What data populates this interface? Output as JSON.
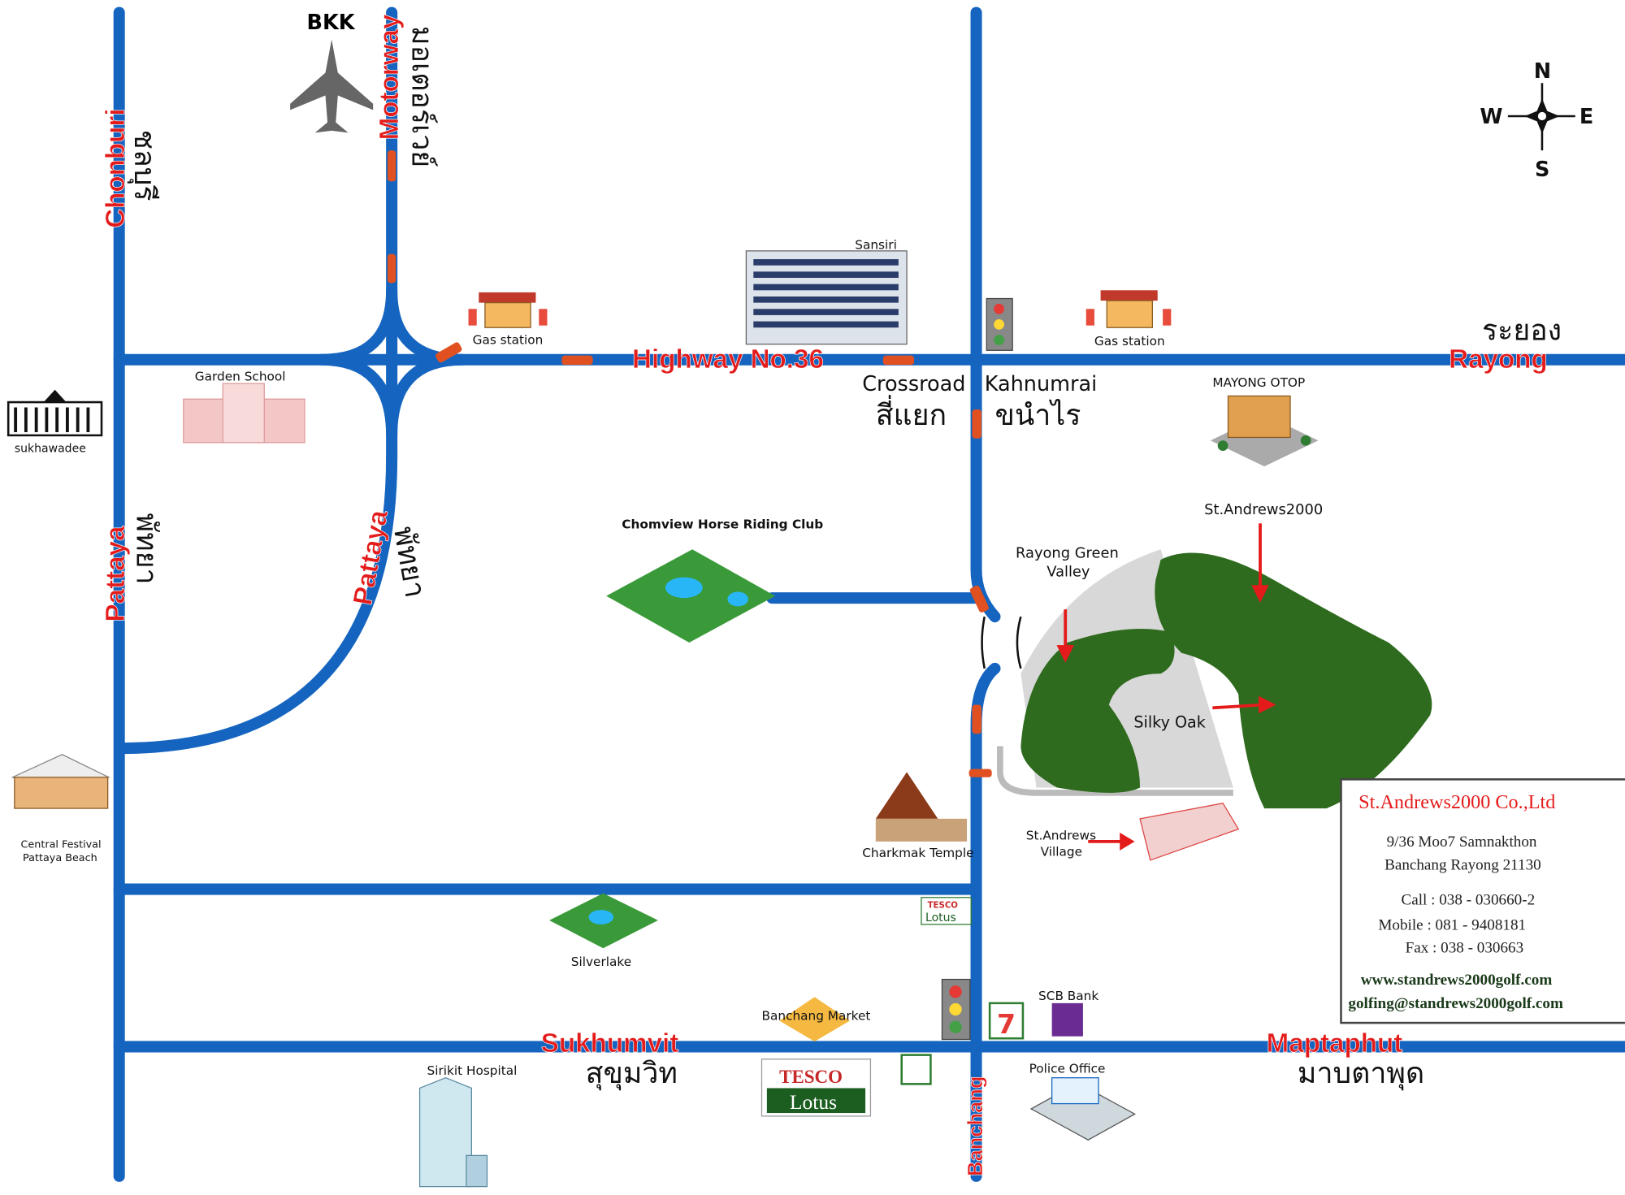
{
  "roads": {
    "chonburi": "Chonburi",
    "chonburi_th": "ชลบุรี",
    "motorway": "Motorway",
    "motorway_th": "มอเตอร์เวย์",
    "highway36": "Highway No.36",
    "rayong": "Rayong",
    "rayong_th": "ระยอง",
    "pattaya_left": "Pattaya",
    "pattaya_left_th": "พัทยา",
    "pattaya_curve": "Pattaya",
    "pattaya_curve_th": "พัทยา",
    "sukhumvit": "Sukhumvit",
    "sukhumvit_th": "สุขุมวิท",
    "maptaphut": "Maptaphut",
    "maptaphut_th": "มาบตาพุด",
    "banchang": "Banchang",
    "crossroad": "Crossroad",
    "crossroad_th": "สี่แยก",
    "kahnumrai": "Kahnumrai",
    "kahnumrai_th": "ขนำไร"
  },
  "landmarks": {
    "bkk": "BKK",
    "sansiri": "Sansiri",
    "gas1": "Gas station",
    "gas2": "Gas station",
    "garden_school": "Garden School",
    "sukhawadee": "sukhawadee",
    "mayong_otop": "MAYONG OTOP",
    "horse_club": "Chomview Horse Riding Club",
    "rayong_green_valley_1": "Rayong Green",
    "rayong_green_valley_2": "Valley",
    "st_andrews": "St.Andrews2000",
    "silky_oak": "Silky Oak",
    "village_1": "St.Andrews",
    "village_2": "Village",
    "temple": "Charkmak Temple",
    "central_1": "Central Festival",
    "central_2": "Pattaya Beach",
    "silverlake": "Silverlake",
    "banchang_market": "Banchang Market",
    "scb": "SCB Bank",
    "police": "Police Office",
    "hospital": "Sirikit Hospital",
    "tesco": "TESCO",
    "lotus": "Lotus",
    "tesco_small": "TESCO",
    "lotus_small": "Lotus",
    "seven": "7"
  },
  "compass": {
    "n": "N",
    "s": "S",
    "e": "E",
    "w": "W"
  },
  "info_box": {
    "company": "St.Andrews2000 Co.,Ltd",
    "address_1": "9/36 Moo7 Samnakthon",
    "address_2": "Banchang Rayong 21130",
    "call": "Call : 038 - 030660-2",
    "mobile": "Mobile : 081 - 9408181",
    "fax": "Fax : 038 - 030663",
    "web": "www.standrews2000golf.com",
    "email": "golfing@standrews2000golf.com"
  }
}
